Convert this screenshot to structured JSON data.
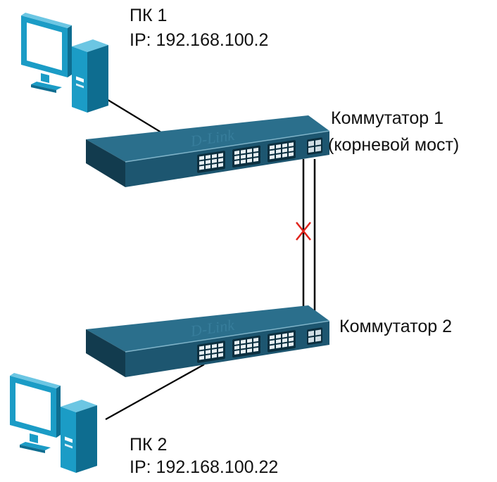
{
  "pc1": {
    "name": "ПК 1",
    "ip": "IP: 192.168.100.2"
  },
  "pc2": {
    "name": "ПК 2",
    "ip": "IP: 192.168.100.22"
  },
  "switch1": {
    "name": "Коммутатор 1",
    "role": "(корневой мост)",
    "brand": "D-Link"
  },
  "switch2": {
    "name": "Коммутатор 2",
    "brand": "D-Link"
  },
  "colors": {
    "device": "#1b9cc6",
    "device_dark": "#0e6d90",
    "switch_top": "#2b6f8c",
    "switch_front": "#1d5670",
    "switch_shadow": "#123b4e",
    "port": "#e6eef2",
    "cable": "#000000",
    "blocked": "#e0231b"
  },
  "icons": {
    "pc": "desktop-computer-icon",
    "switch": "network-switch-icon",
    "blocked": "blocked-port-x-icon"
  }
}
